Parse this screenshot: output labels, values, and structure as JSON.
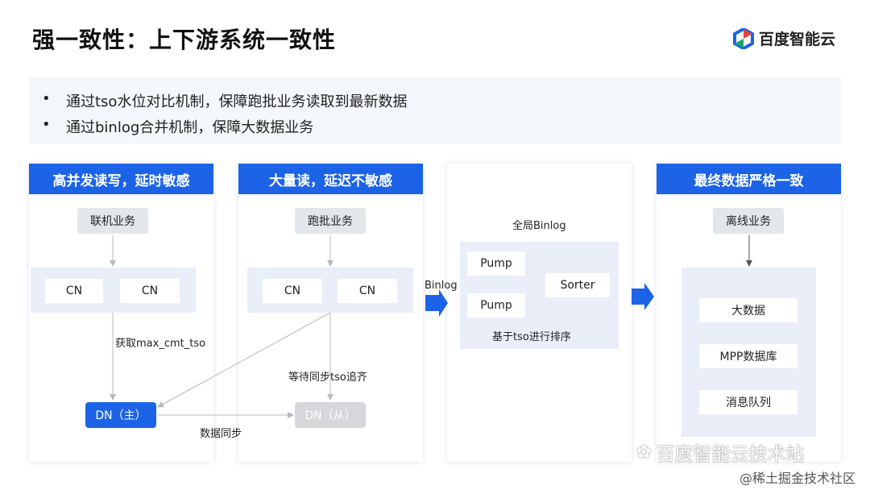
{
  "slide": {
    "title": "强一致性：上下游系统一致性",
    "brand": "百度智能云"
  },
  "bullets": [
    "通过tso水位对比机制，保障跑批业务读取到最新数据",
    "通过binlog合并机制，保障大数据业务"
  ],
  "panel1": {
    "header": "高并发读写，延时敏感",
    "service": "联机业务",
    "cn_left": "CN",
    "cn_right": "CN",
    "fetch_label": "获取max_cmt_tso",
    "dn_main": "DN（主）",
    "sync_label": "数据同步"
  },
  "panel2": {
    "header": "大量读，延迟不敏感",
    "service": "跑批业务",
    "cn_left": "CN",
    "cn_right": "CN",
    "wait_label": "等待同步tso追齐",
    "dn_sub": "DN（从）"
  },
  "panel3": {
    "binlog_arrow_label": "Binlog",
    "title": "全局Binlog",
    "pump1": "Pump",
    "pump2": "Pump",
    "sorter": "Sorter",
    "sort_label": "基于tso进行排序"
  },
  "panel4": {
    "header": "最终数据严格一致",
    "service": "离线业务",
    "targets": [
      "大数据",
      "MPP数据库",
      "消息队列"
    ]
  },
  "watermarks": {
    "wechat": "百度智能云技术站",
    "juejin": "@稀土掘金技术社区"
  },
  "colors": {
    "accent": "#1d63e8",
    "band": "#e9eef9",
    "gray_box": "#e3e6ea"
  }
}
